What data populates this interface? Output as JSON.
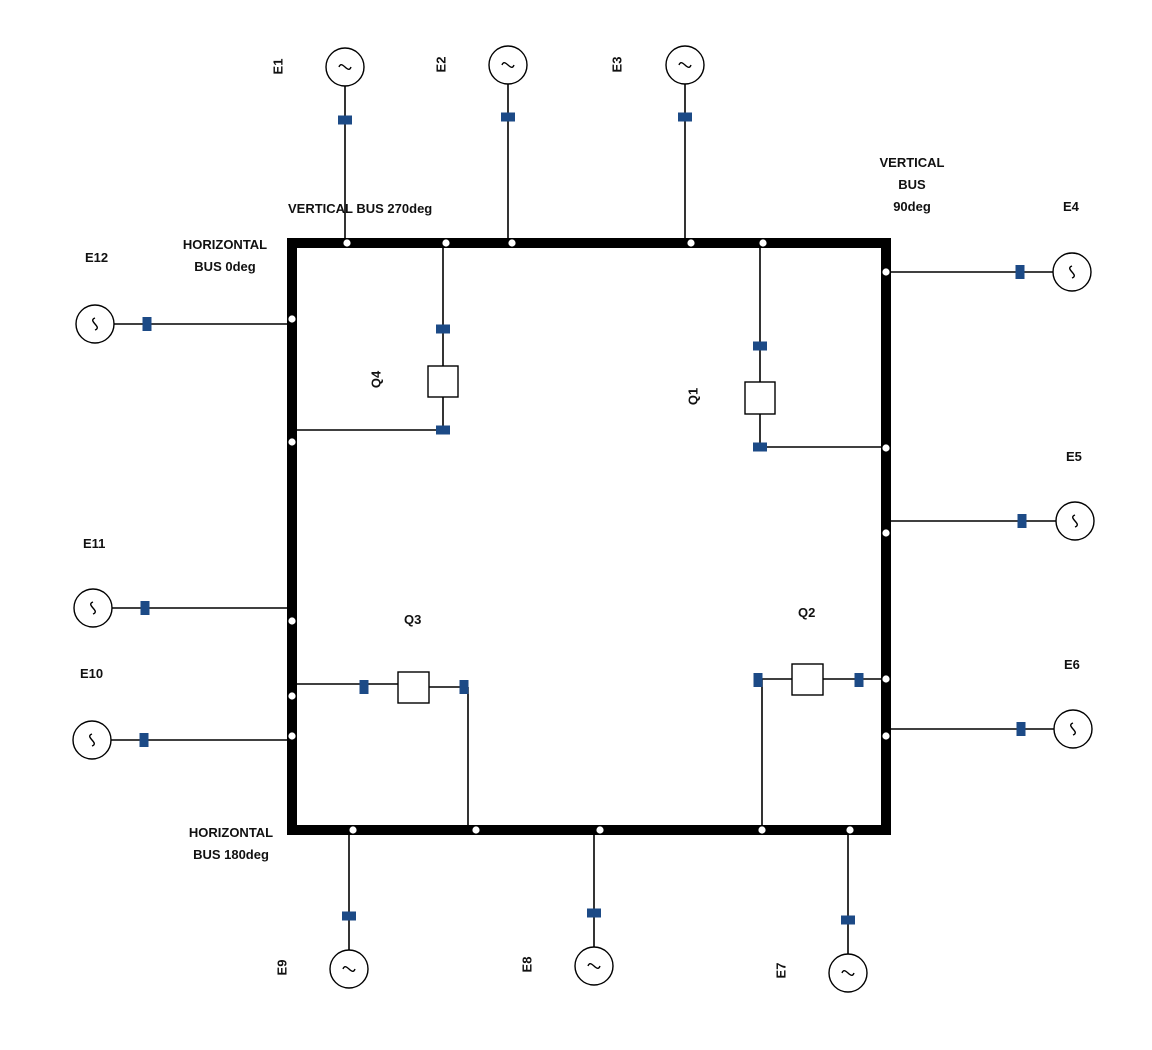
{
  "colors": {
    "line": "#000000",
    "breaker": "#1c4a86",
    "node_fill": "#ffffff"
  },
  "bus_labels": {
    "v270": "VERTICAL BUS 270deg",
    "v90": [
      "VERTICAL",
      "BUS",
      "90deg"
    ],
    "h0": [
      "HORIZONTAL",
      "BUS 0deg"
    ],
    "h180": [
      "HORIZONTAL",
      "BUS 180deg"
    ]
  },
  "generators": [
    "E1",
    "E2",
    "E3",
    "E4",
    "E5",
    "E6",
    "E7",
    "E8",
    "E9",
    "E10",
    "E11",
    "E12"
  ],
  "transformers": [
    "Q1",
    "Q2",
    "Q3",
    "Q4"
  ],
  "icons": {
    "generator": "ac-source-icon",
    "breaker": "breaker-icon",
    "transformer": "transformer-icon",
    "node": "node-icon"
  }
}
